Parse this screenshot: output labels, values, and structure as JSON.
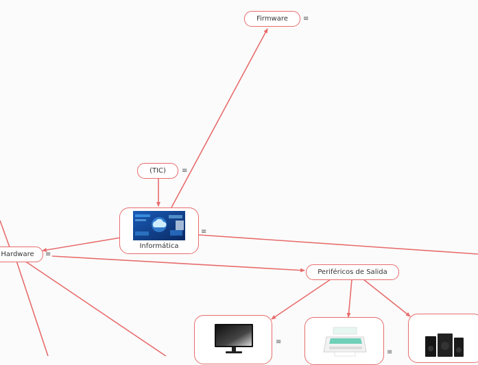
{
  "colors": {
    "line": "#e86b6b",
    "node_border": "#e86b6b",
    "background": "#fbfbfb"
  },
  "nodes": {
    "firmware": {
      "label": "Firmware"
    },
    "tic": {
      "label": "(TIC)"
    },
    "informatica": {
      "label": "Informática",
      "image": "cloud-computing-picture"
    },
    "hardware": {
      "label": "Hardware"
    },
    "perifericos_salida": {
      "label": "Periféricos de Salida"
    },
    "monitor": {
      "image": "monitor-picture"
    },
    "printer": {
      "image": "printer-picture"
    },
    "speakers": {
      "image": "speakers-picture"
    }
  },
  "menu_icon": "≡"
}
